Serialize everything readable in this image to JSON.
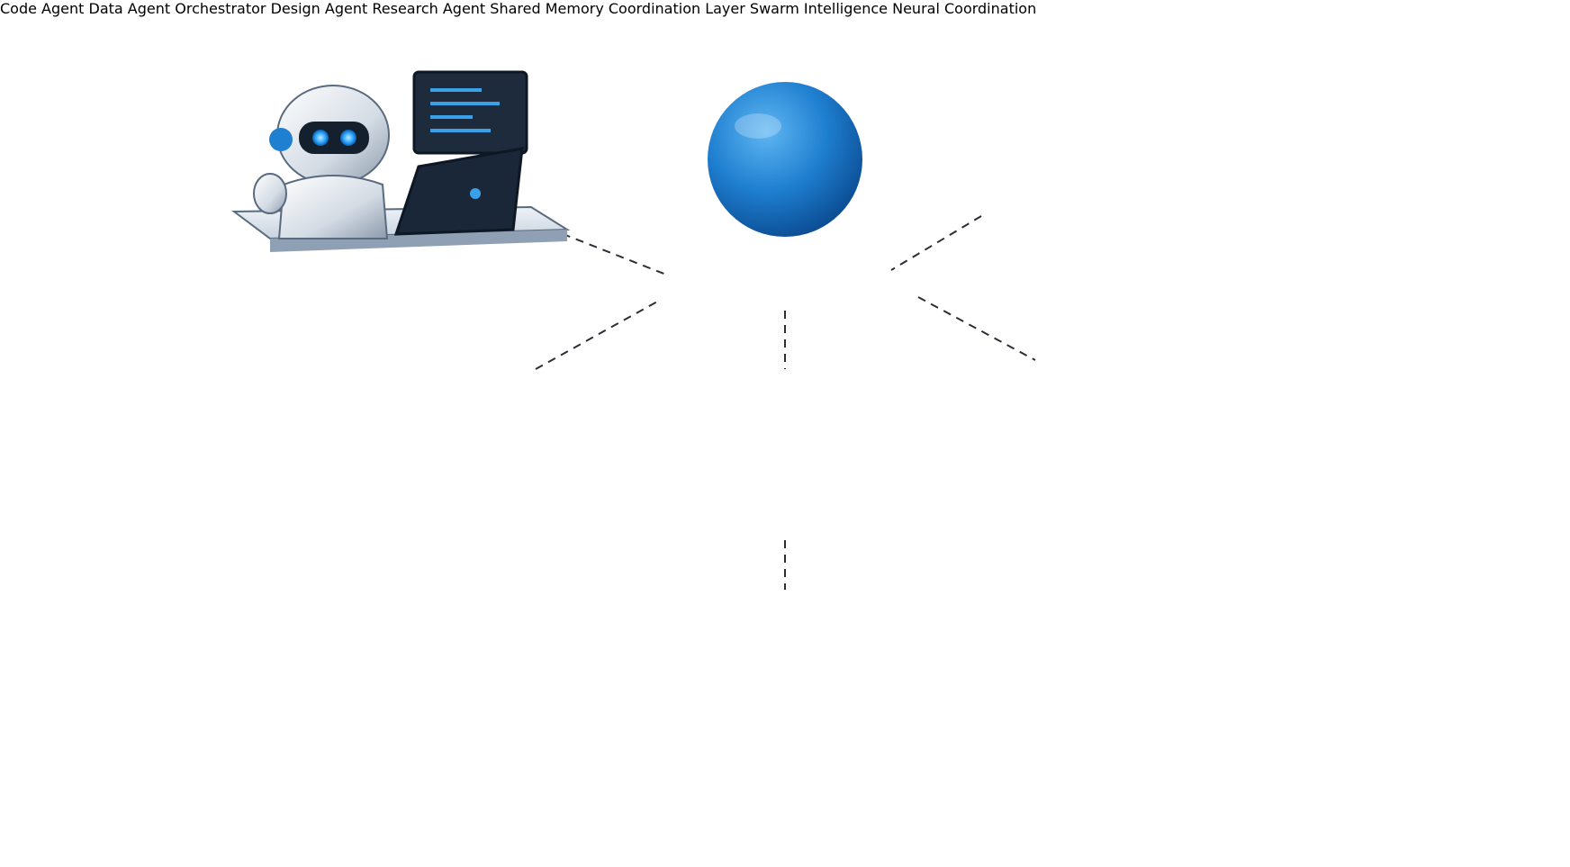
{
  "labels": {
    "orchestrator": "Orchestrator",
    "code_agent": "Code Agent",
    "data_agent": "Data Agent",
    "design_agent": "Design Agent",
    "research_agent": "Research Agent",
    "shared_memory": "Shared Memory",
    "coordination_layer": "Coordination Layer",
    "swarm_intelligence": "Swarm Intelligence",
    "neural_coordination": "Neural Coordination"
  },
  "icons": {
    "orchestrator": "sphere-icon",
    "code_agent": "robot-laptop-code-icon",
    "data_agent": "robot-bar-chart-monitor-icon",
    "design_agent": "robot-laptop-media-icon",
    "research_agent": "robot-pie-chart-monitor-icon",
    "shared_memory": "database-icon",
    "swarm_intelligence": "network-graph-icon",
    "neural_coordination": "neural-network-icon",
    "coordination_layer": "circuit-tree-icon"
  },
  "colors": {
    "accent": "#1e7cc8",
    "dark_text": "#1b2a3c",
    "line": "#2a2f36",
    "node": "#2f8ccf",
    "node_edge": "#1a4f78"
  }
}
